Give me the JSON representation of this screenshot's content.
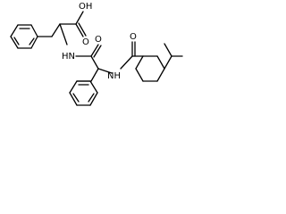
{
  "structure": {
    "atoms": {
      "hydroxyl": "OH",
      "acid_carbonyl_o": "O",
      "amide_nh_1": "HN",
      "amide_carbonyl_o_1": "O",
      "amide_nh_2": "NH",
      "amide_carbonyl_o_2": "O"
    }
  },
  "colors": {
    "bond": "#000000",
    "text": "#000000",
    "background": "#ffffff"
  }
}
